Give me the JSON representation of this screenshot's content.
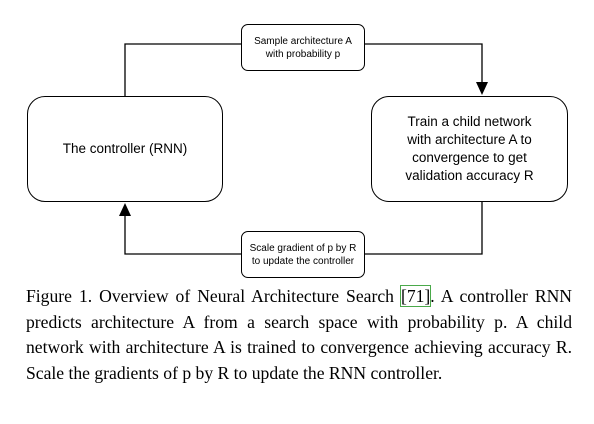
{
  "diagram": {
    "controller_label": "The controller (RNN)",
    "train_label": "Train a child network\nwith architecture A to\nconvergence to get\nvalidation accuracy R",
    "sample_label": "Sample architecture A\nwith probability p",
    "scale_label": "Scale gradient of p by R\nto update the controller"
  },
  "caption": {
    "figure_label": "Figure 1.",
    "title": "Overview of Neural Architecture Search",
    "citation": "71",
    "text": "A controller RNN predicts architecture A from a search space with probability p. A child network with architecture A is trained to convergence achieving accuracy R. Scale the gradients of p by R to update the RNN controller."
  },
  "colors": {
    "stroke": "#000000",
    "citation_box": "#4aa94a",
    "background": "#ffffff"
  }
}
